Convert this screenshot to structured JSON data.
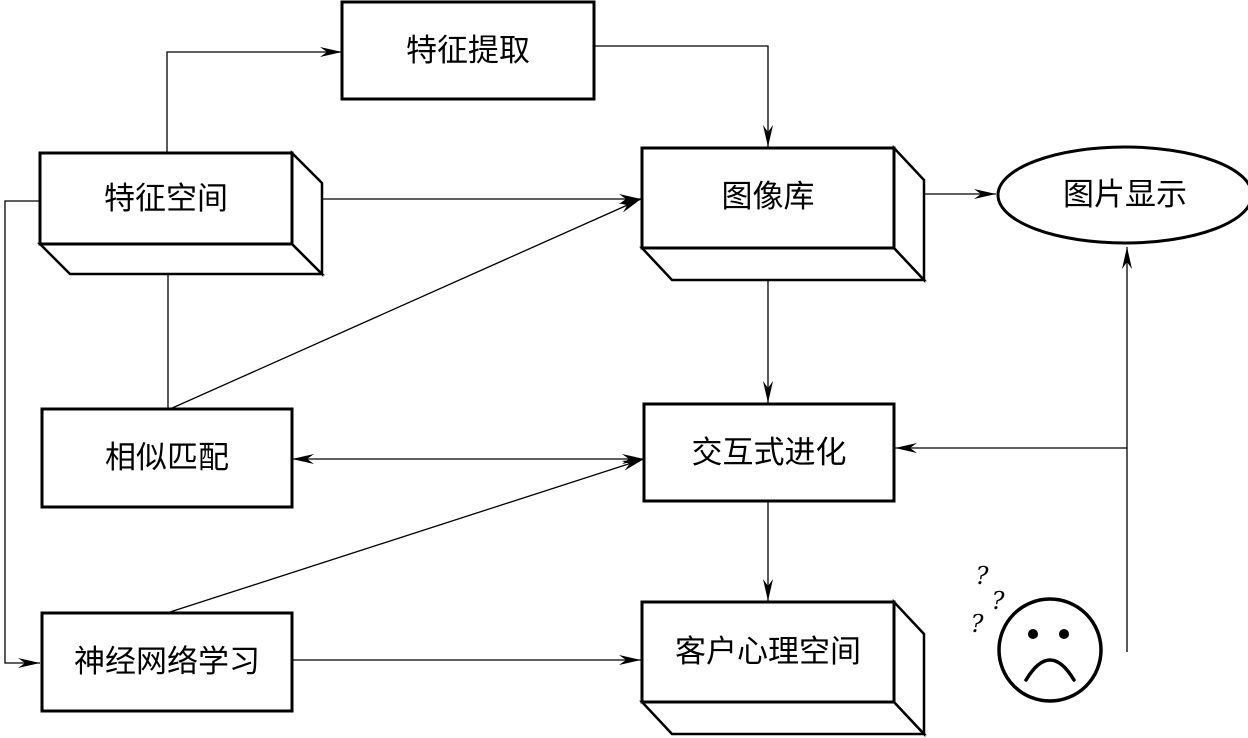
{
  "nodes": {
    "feature_extraction": "特征提取",
    "feature_space": "特征空间",
    "image_library": "图像库",
    "image_display": "图片显示",
    "similarity_matching": "相似匹配",
    "interactive_evolution": "交互式进化",
    "neural_network_learning": "神经网络学习",
    "client_psychology_space": "客户心理空间"
  },
  "user_figure": {
    "icon": "sad-face-icon",
    "question_marks": [
      "?",
      "?",
      "?"
    ]
  },
  "colors": {
    "stroke": "#000000",
    "background": "#ffffff"
  }
}
